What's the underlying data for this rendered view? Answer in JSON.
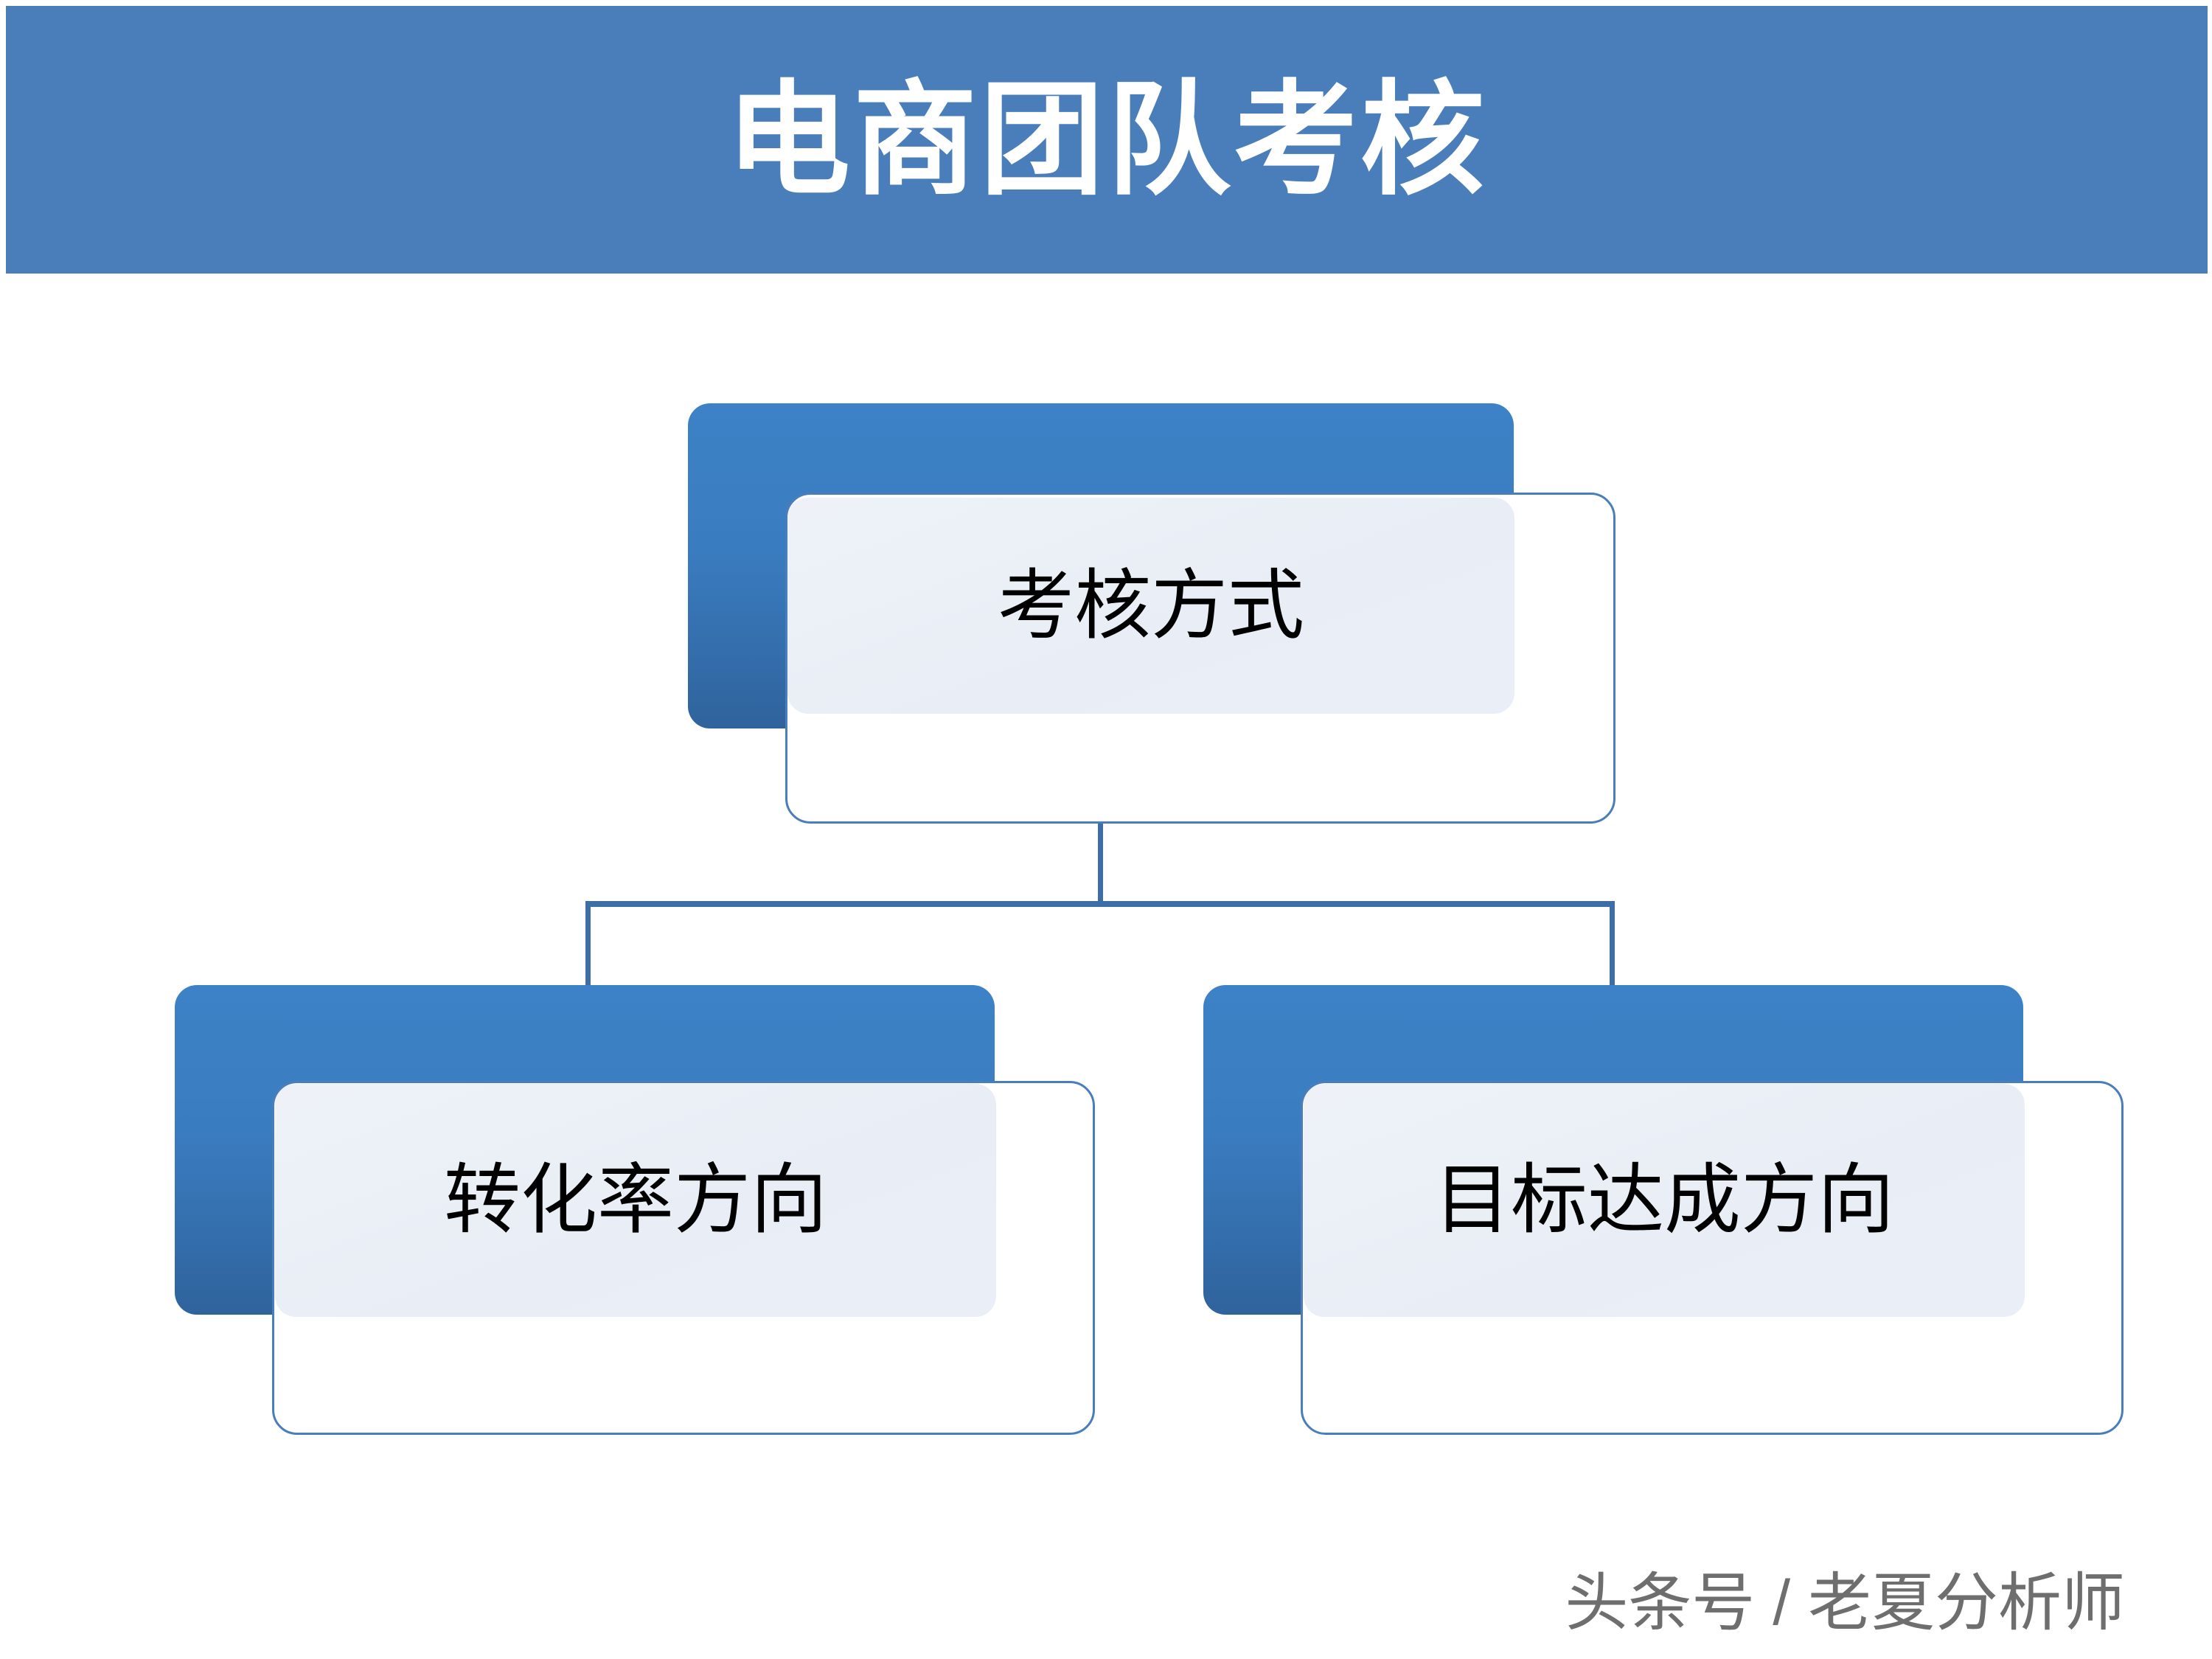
{
  "slide": {
    "title": "电商团队考核",
    "banner_color": "#4a7ebb",
    "title_color": "#ffffff",
    "background_color": "#ffffff"
  },
  "diagram": {
    "type": "org-chart",
    "accent_color": "#3d82c6",
    "connector_color": "#3d6ea8",
    "panel_color": "#eef2f8",
    "root": {
      "label": "考核方式"
    },
    "children": [
      {
        "label": "转化率方向"
      },
      {
        "label": "目标达成方向"
      }
    ]
  },
  "watermark": {
    "text": "头条号 / 老夏分析师",
    "color": "#6e6e6e"
  }
}
